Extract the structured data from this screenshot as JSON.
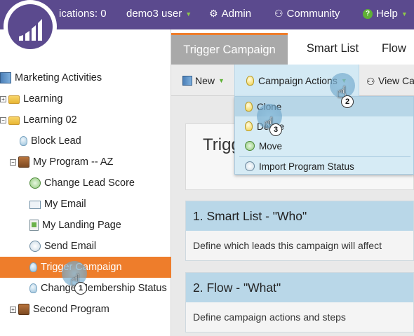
{
  "topbar": {
    "notifications": "ications: 0",
    "user": "demo3 user",
    "admin": "Admin",
    "community": "Community",
    "help": "Help"
  },
  "sidebar": {
    "items": [
      {
        "label": "Marketing Activities"
      },
      {
        "label": "Learning"
      },
      {
        "label": "Learning 02"
      },
      {
        "label": "Block Lead"
      },
      {
        "label": "My Program -- AZ"
      },
      {
        "label": "Change Lead Score"
      },
      {
        "label": "My Email"
      },
      {
        "label": "My Landing Page"
      },
      {
        "label": "Send Email"
      },
      {
        "label": "Trigger Campaign"
      },
      {
        "label": "Change Membership Status"
      },
      {
        "label": "Second Program"
      }
    ]
  },
  "tabs": [
    {
      "label": "Trigger Campaign"
    },
    {
      "label": "Smart List"
    },
    {
      "label": "Flow"
    }
  ],
  "toolbar": {
    "new": "New",
    "campaign_actions": "Campaign Actions",
    "view": "View Cam"
  },
  "dropdown": {
    "items": [
      {
        "label": "Clone"
      },
      {
        "label": "Delete"
      },
      {
        "label": "Move"
      },
      {
        "label": "Import Program Status"
      }
    ]
  },
  "main": {
    "title": "Trigg",
    "sections": [
      {
        "title": "1. Smart List - \"Who\"",
        "desc": "Define which leads this campaign will affect"
      },
      {
        "title": "2. Flow - \"What\"",
        "desc": "Define campaign actions and steps"
      }
    ]
  },
  "steps": [
    "1",
    "2",
    "3"
  ],
  "colors": {
    "topbar": "#5b4a8e",
    "selected": "#ee7d2b",
    "section_header": "#b9d7e8",
    "dropdown": "#d6ebf5"
  }
}
